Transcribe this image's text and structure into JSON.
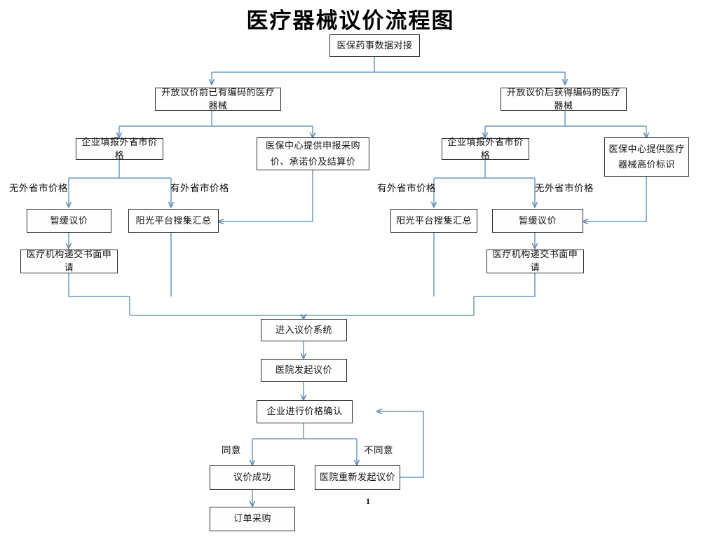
{
  "document": {
    "title": "医疗器械议价流程图",
    "page_number": "1",
    "line_color": "#6b9ac4",
    "box_border_color": "#2b2b2b",
    "box_fill_color": "#fefefe"
  },
  "nodes": {
    "root": "医保药事数据对接",
    "left_branch": "开放议价前已有编码的医疗器械",
    "right_branch": "开放议价后获得编码的医疗器械",
    "l_enterprise_price": "企业填报外省市价格",
    "l_insurance_center": "医保中心提供申报采购价、承诺价及结算价",
    "l_suspend": "暂缓议价",
    "l_sunshine": "阳光平台搜集汇总",
    "l_written_application": "医疗机构递交书面申请",
    "r_enterprise_price": "企业填报外省市价格",
    "r_insurance_center": "医保中心提供医疗器械高价标识",
    "r_sunshine": "阳光平台搜集汇总",
    "r_suspend": "暂缓议价",
    "r_written_application": "医疗机构递交书面申请",
    "enter_system": "进入议价系统",
    "hospital_initiate": "医院发起议价",
    "enterprise_confirm": "企业进行价格确认",
    "negotiation_success": "议价成功",
    "hospital_reinitiate": "医院重新发起议价",
    "order_purchase": "订单采购"
  },
  "edge_labels": {
    "l_no_price": "无外省市价格",
    "l_has_price": "有外省市价格",
    "r_has_price": "有外省市价格",
    "r_no_price": "无外省市价格",
    "agree": "同意",
    "disagree": "不同意"
  }
}
